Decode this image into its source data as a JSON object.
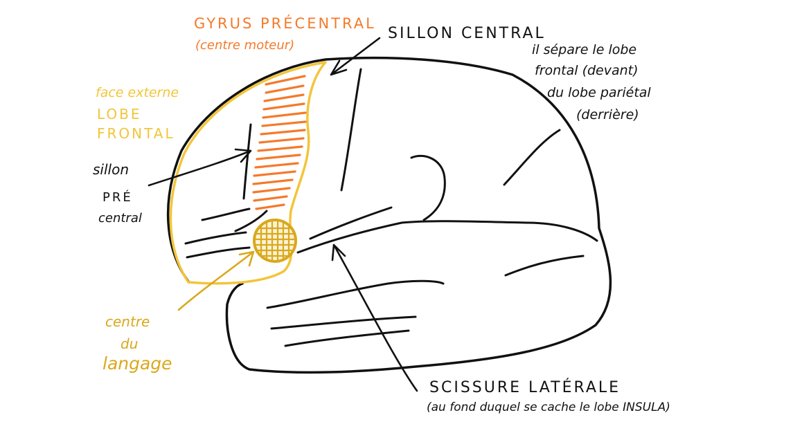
{
  "colors": {
    "ink": "#111111",
    "orange": "#f47a2a",
    "yellow": "#f2c53a",
    "gold": "#d9a81c"
  },
  "labels": {
    "gyrus_title": "GYRUS PRÉCENTRAL",
    "gyrus_sub": "(centre moteur)",
    "sillon_central": "SILLON CENTRAL",
    "separe_1": "il sépare le lobe",
    "separe_2": "frontal (devant)",
    "separe_3": "du lobe pariétal",
    "separe_4": "(derrière)",
    "face_1": "face externe",
    "face_2": "LOBE",
    "face_3": "FRONTAL",
    "sillon_pre_1": "sillon",
    "sillon_pre_2": "PRÉ",
    "sillon_pre_3": "central",
    "langage_1": "centre",
    "langage_2": "du",
    "langage_3": "langage",
    "scissure_1": "SCISSURE LATÉRALE",
    "scissure_2": "(au fond duquel se cache le lobe INSULA)"
  }
}
